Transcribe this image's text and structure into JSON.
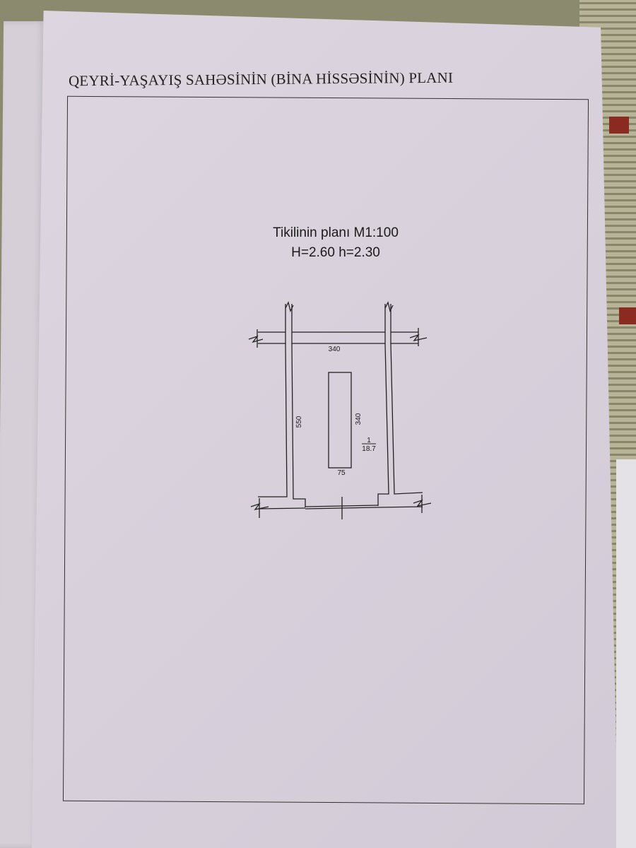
{
  "document": {
    "heading": "QEYRİ-YAŞAYIŞ SAHƏSİNİN (BİNA HİSSƏSİNİN) PLANI",
    "plan": {
      "title": "Tikilinin  planı M1:100",
      "heights": "H=2.60  h=2.30",
      "dimensions": {
        "top_width": "340",
        "left_length": "550",
        "fixture_length": "340",
        "fixture_width": "75"
      },
      "room": {
        "number": "1",
        "area": "18.7"
      }
    }
  }
}
